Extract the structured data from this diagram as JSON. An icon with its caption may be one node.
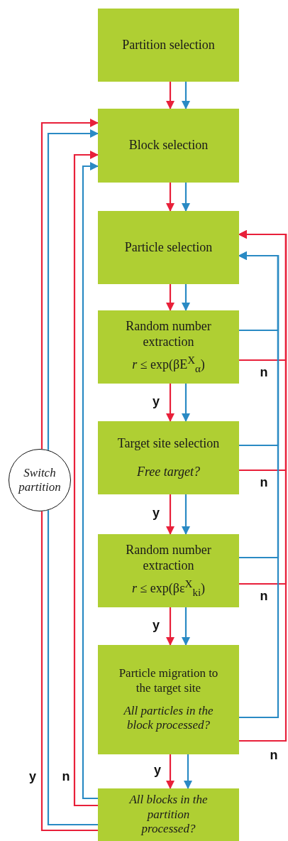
{
  "diagram": {
    "nodes": [
      {
        "text": [
          "Partition selection"
        ]
      },
      {
        "text": [
          "Block selection"
        ]
      },
      {
        "text": [
          "Particle selection"
        ]
      },
      {
        "text": [
          "Random number extraction",
          "*r* ≤ exp(βE$^{X}$$_{α}$)"
        ]
      },
      {
        "text": [
          "Target site selection",
          "Free target?"
        ]
      },
      {
        "text": [
          "Random number extraction",
          "*r* ≤ exp(βε$^{X}$$_{ki}$)"
        ]
      },
      {
        "text": [
          "Particle migration to the target site",
          "All particles in the block processed?"
        ]
      },
      {
        "text": [
          "All blocks in the partition processed?"
        ]
      },
      {
        "text": [
          "Switch partition"
        ]
      }
    ],
    "edges": [
      {
        "from": 0,
        "to": 1,
        "arrow": "to",
        "color": "#e8203a"
      },
      {
        "from": 0,
        "to": 1,
        "arrow": "to",
        "color": "#2a8ac4"
      },
      {
        "from": 1,
        "to": 2,
        "arrow": "to",
        "color": "#e8203a"
      },
      {
        "from": 1,
        "to": 2,
        "arrow": "to",
        "color": "#2a8ac4"
      },
      {
        "from": 2,
        "to": 3,
        "arrow": "to",
        "color": "#e8203a"
      },
      {
        "from": 2,
        "to": 3,
        "arrow": "to",
        "color": "#2a8ac4"
      },
      {
        "from": 3,
        "to": 4,
        "arrow": "to",
        "label": "y",
        "color": "#e8203a"
      },
      {
        "from": 3,
        "to": 4,
        "arrow": "to",
        "color": "#2a8ac4"
      },
      {
        "from": 4,
        "to": 5,
        "arrow": "to",
        "label": "y",
        "color": "#e8203a"
      },
      {
        "from": 4,
        "to": 5,
        "arrow": "to",
        "color": "#2a8ac4"
      },
      {
        "from": 5,
        "to": 6,
        "arrow": "to",
        "label": "y",
        "color": "#e8203a"
      },
      {
        "from": 5,
        "to": 6,
        "arrow": "to",
        "color": "#2a8ac4"
      },
      {
        "from": 6,
        "to": 7,
        "arrow": "to",
        "label": "y",
        "color": "#e8203a"
      },
      {
        "from": 6,
        "to": 7,
        "arrow": "to",
        "color": "#2a8ac4"
      },
      {
        "from": 3,
        "to": 2,
        "arrow": "to",
        "label": "n",
        "color": "#e8203a"
      },
      {
        "from": 3,
        "to": 2,
        "arrow": "to",
        "color": "#2a8ac4"
      },
      {
        "from": 4,
        "to": 2,
        "arrow": "to",
        "label": "n",
        "color": "#e8203a"
      },
      {
        "from": 4,
        "to": 2,
        "arrow": "to",
        "color": "#2a8ac4"
      },
      {
        "from": 5,
        "to": 2,
        "arrow": "to",
        "label": "n",
        "color": "#e8203a"
      },
      {
        "from": 5,
        "to": 2,
        "arrow": "to",
        "color": "#2a8ac4"
      },
      {
        "from": 6,
        "to": 2,
        "arrow": "to",
        "label": "n",
        "color": "#e8203a"
      },
      {
        "from": 6,
        "to": 2,
        "arrow": "to",
        "color": "#2a8ac4"
      },
      {
        "from": 7,
        "to": 1,
        "arrow": "to",
        "label": "n",
        "color": "#e8203a"
      },
      {
        "from": 7,
        "to": 1,
        "arrow": "to",
        "color": "#2a8ac4"
      },
      {
        "from": 7,
        "to": 8,
        "arrow": "none",
        "label": "y",
        "color": "#e8203a"
      },
      {
        "from": 7,
        "to": 8,
        "arrow": "none",
        "color": "#2a8ac4"
      },
      {
        "from": 8,
        "to": 1,
        "arrow": "to",
        "color": "#e8203a"
      },
      {
        "from": 8,
        "to": 1,
        "arrow": "to",
        "color": "#2a8ac4"
      }
    ]
  }
}
